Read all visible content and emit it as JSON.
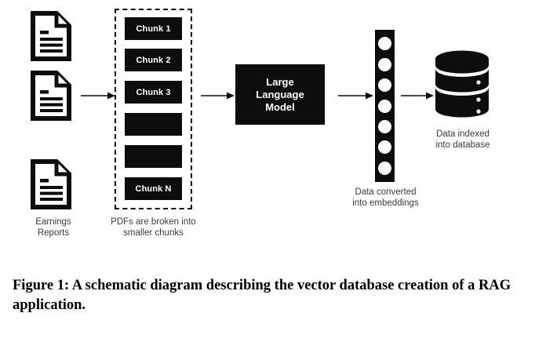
{
  "figure": {
    "caption": "Figure 1: A schematic diagram describing the vector database creation of a RAG application.",
    "colors": {
      "background": "#ffffff",
      "fill_black": "#0d0d0d",
      "text_white": "#ffffff",
      "label_gray": "#3b3b3b",
      "stroke": "#000000"
    }
  },
  "sources": {
    "label": "Earnings\nReports",
    "label_line1": "Earnings",
    "label_line2": "Reports",
    "icon_name": "document-icon",
    "count": 3
  },
  "chunking": {
    "label_line1": "PDFs are broken into",
    "label_line2": "smaller chunks",
    "chunks": [
      {
        "label": "Chunk 1"
      },
      {
        "label": "Chunk 2"
      },
      {
        "label": "Chunk 3"
      },
      {
        "label": ""
      },
      {
        "label": ""
      },
      {
        "label": "Chunk N"
      }
    ]
  },
  "llm": {
    "line1": "Large",
    "line2": "Language",
    "line3": "Model"
  },
  "embeddings": {
    "label_line1": "Data converted",
    "label_line2": "into embeddings",
    "dot_count": 7
  },
  "database": {
    "label_line1": "Data indexed",
    "label_line2": "into database",
    "tiers": 3
  },
  "arrows": [
    {
      "name": "arrow-docs-to-chunks"
    },
    {
      "name": "arrow-chunks-to-llm"
    },
    {
      "name": "arrow-llm-to-embeddings"
    },
    {
      "name": "arrow-embeddings-to-database"
    }
  ]
}
